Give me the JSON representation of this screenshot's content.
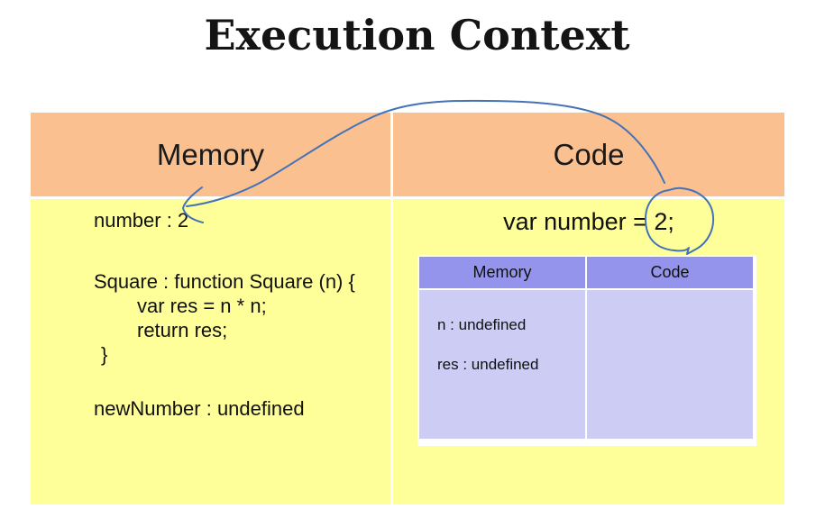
{
  "title": "Execution Context",
  "colors": {
    "outer_header_orange": "#FAC090",
    "outer_body_yellow": "#FFFF99",
    "inner_header_purple": "#9494EC",
    "inner_body_lavender": "#CCCCF4",
    "pen_blue": "#4472B8"
  },
  "outer_table": {
    "memory_header": "Memory",
    "code_header": "Code"
  },
  "memory_panel": {
    "entry_number": "number : 2",
    "fn_line1": "Square : function Square (n) {",
    "fn_line2": "var res = n * n;",
    "fn_line3": "return res;",
    "fn_line4": "}",
    "entry_newnumber": "newNumber : undefined"
  },
  "code_panel": {
    "code_line": "var number = 2;",
    "inner_table": {
      "memory_header": "Memory",
      "code_header": "Code",
      "memory_entries": [
        "n : undefined",
        "res : undefined"
      ]
    }
  },
  "annotation": {
    "pen_color": "#4472B8",
    "meaning": "hand-drawn arrow from circled 2 in code to number : 2 in memory"
  }
}
